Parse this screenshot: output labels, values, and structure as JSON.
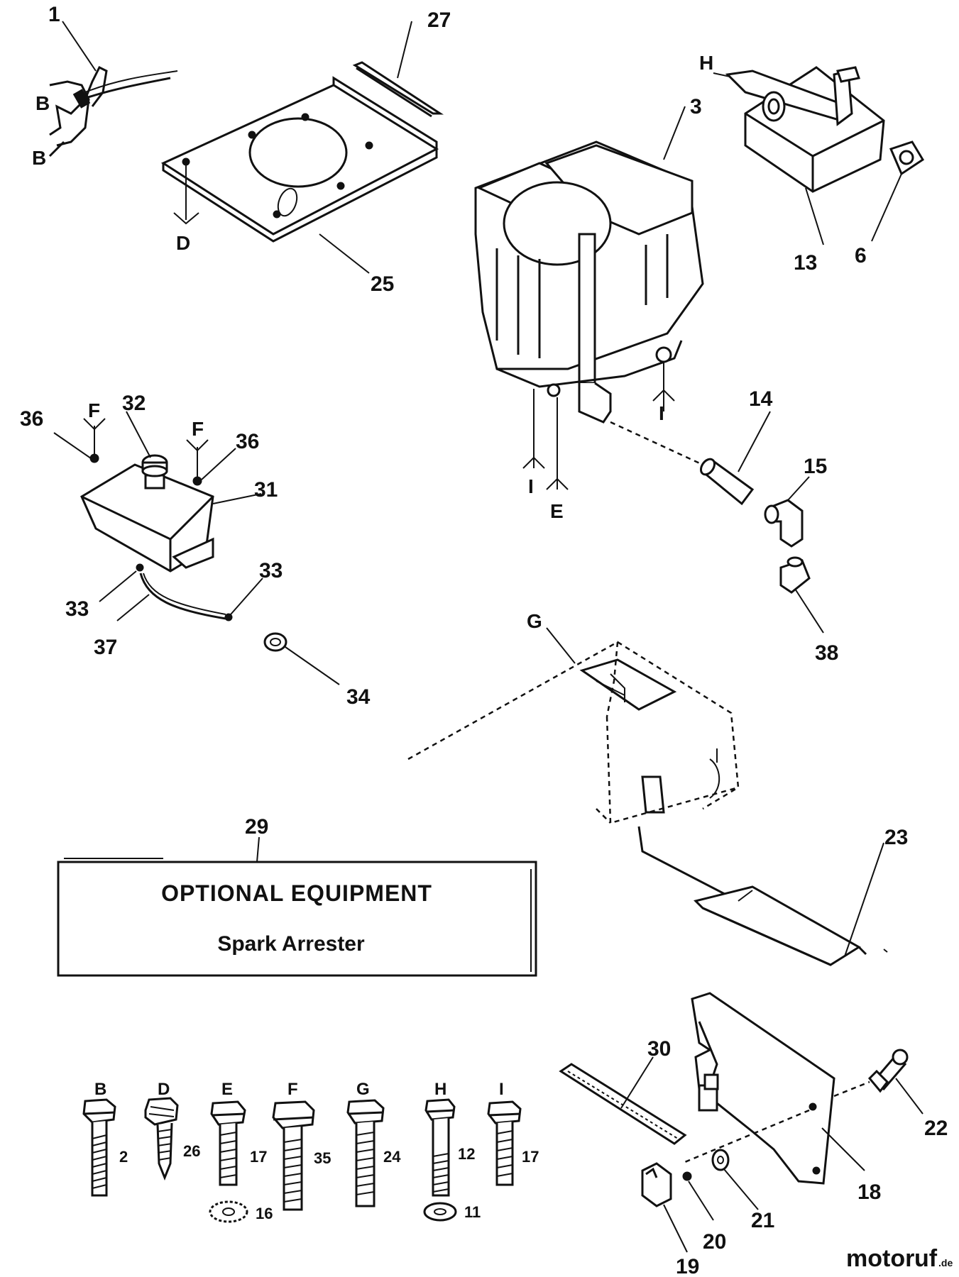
{
  "parts": {
    "p1": "1",
    "p27": "27",
    "p3": "3",
    "p25": "25",
    "p13": "13",
    "p6": "6",
    "p14": "14",
    "p15": "15",
    "p32": "32",
    "p36a": "36",
    "p36b": "36",
    "p31": "31",
    "p33a": "33",
    "p33b": "33",
    "p37": "37",
    "p34": "34",
    "p38": "38",
    "p29": "29",
    "p23": "23",
    "p30": "30",
    "p22": "22",
    "p18": "18",
    "p21": "21",
    "p20": "20",
    "p19": "19"
  },
  "letters": {
    "b1": "B",
    "b2": "B",
    "d": "D",
    "h": "H",
    "i1": "I",
    "i2": "I",
    "e": "E",
    "f1": "F",
    "f2": "F",
    "g": "G"
  },
  "optional_box": {
    "title": "OPTIONAL EQUIPMENT",
    "item": "Spark Arrester"
  },
  "hardware": [
    {
      "letter": "B",
      "num": "2"
    },
    {
      "letter": "D",
      "num": "26"
    },
    {
      "letter": "E",
      "num": "17",
      "washer": "16"
    },
    {
      "letter": "F",
      "num": "35"
    },
    {
      "letter": "G",
      "num": "24"
    },
    {
      "letter": "H",
      "num": "12",
      "washer": "11"
    },
    {
      "letter": "I",
      "num": "17"
    }
  ],
  "watermark": {
    "part_a": "motor",
    "part_b": "uf",
    "suffix": ".de"
  }
}
